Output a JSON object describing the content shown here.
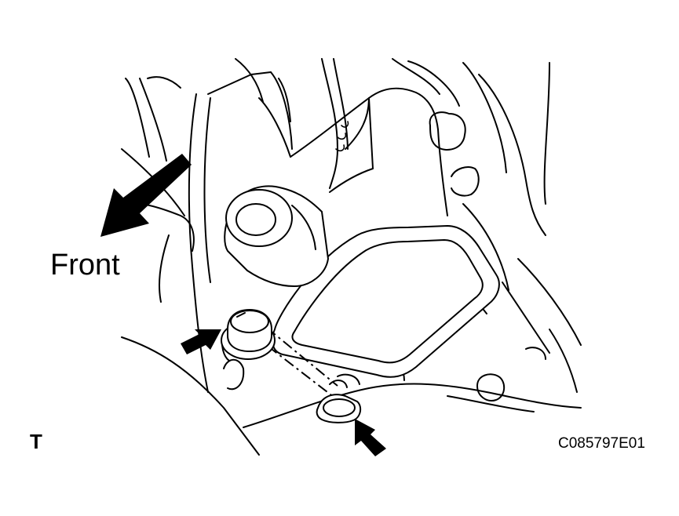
{
  "labels": {
    "direction": "Front",
    "view_marker": "T",
    "figure_code": "C085797E01"
  },
  "parts": {
    "bolts": 2,
    "callout_arrows": 2
  },
  "icons": {
    "front_arrow": "front-direction-arrow-icon",
    "callout_arrow": "bolt-callout-arrow-icon"
  },
  "colors": {
    "line": "#000000",
    "background": "#ffffff"
  }
}
